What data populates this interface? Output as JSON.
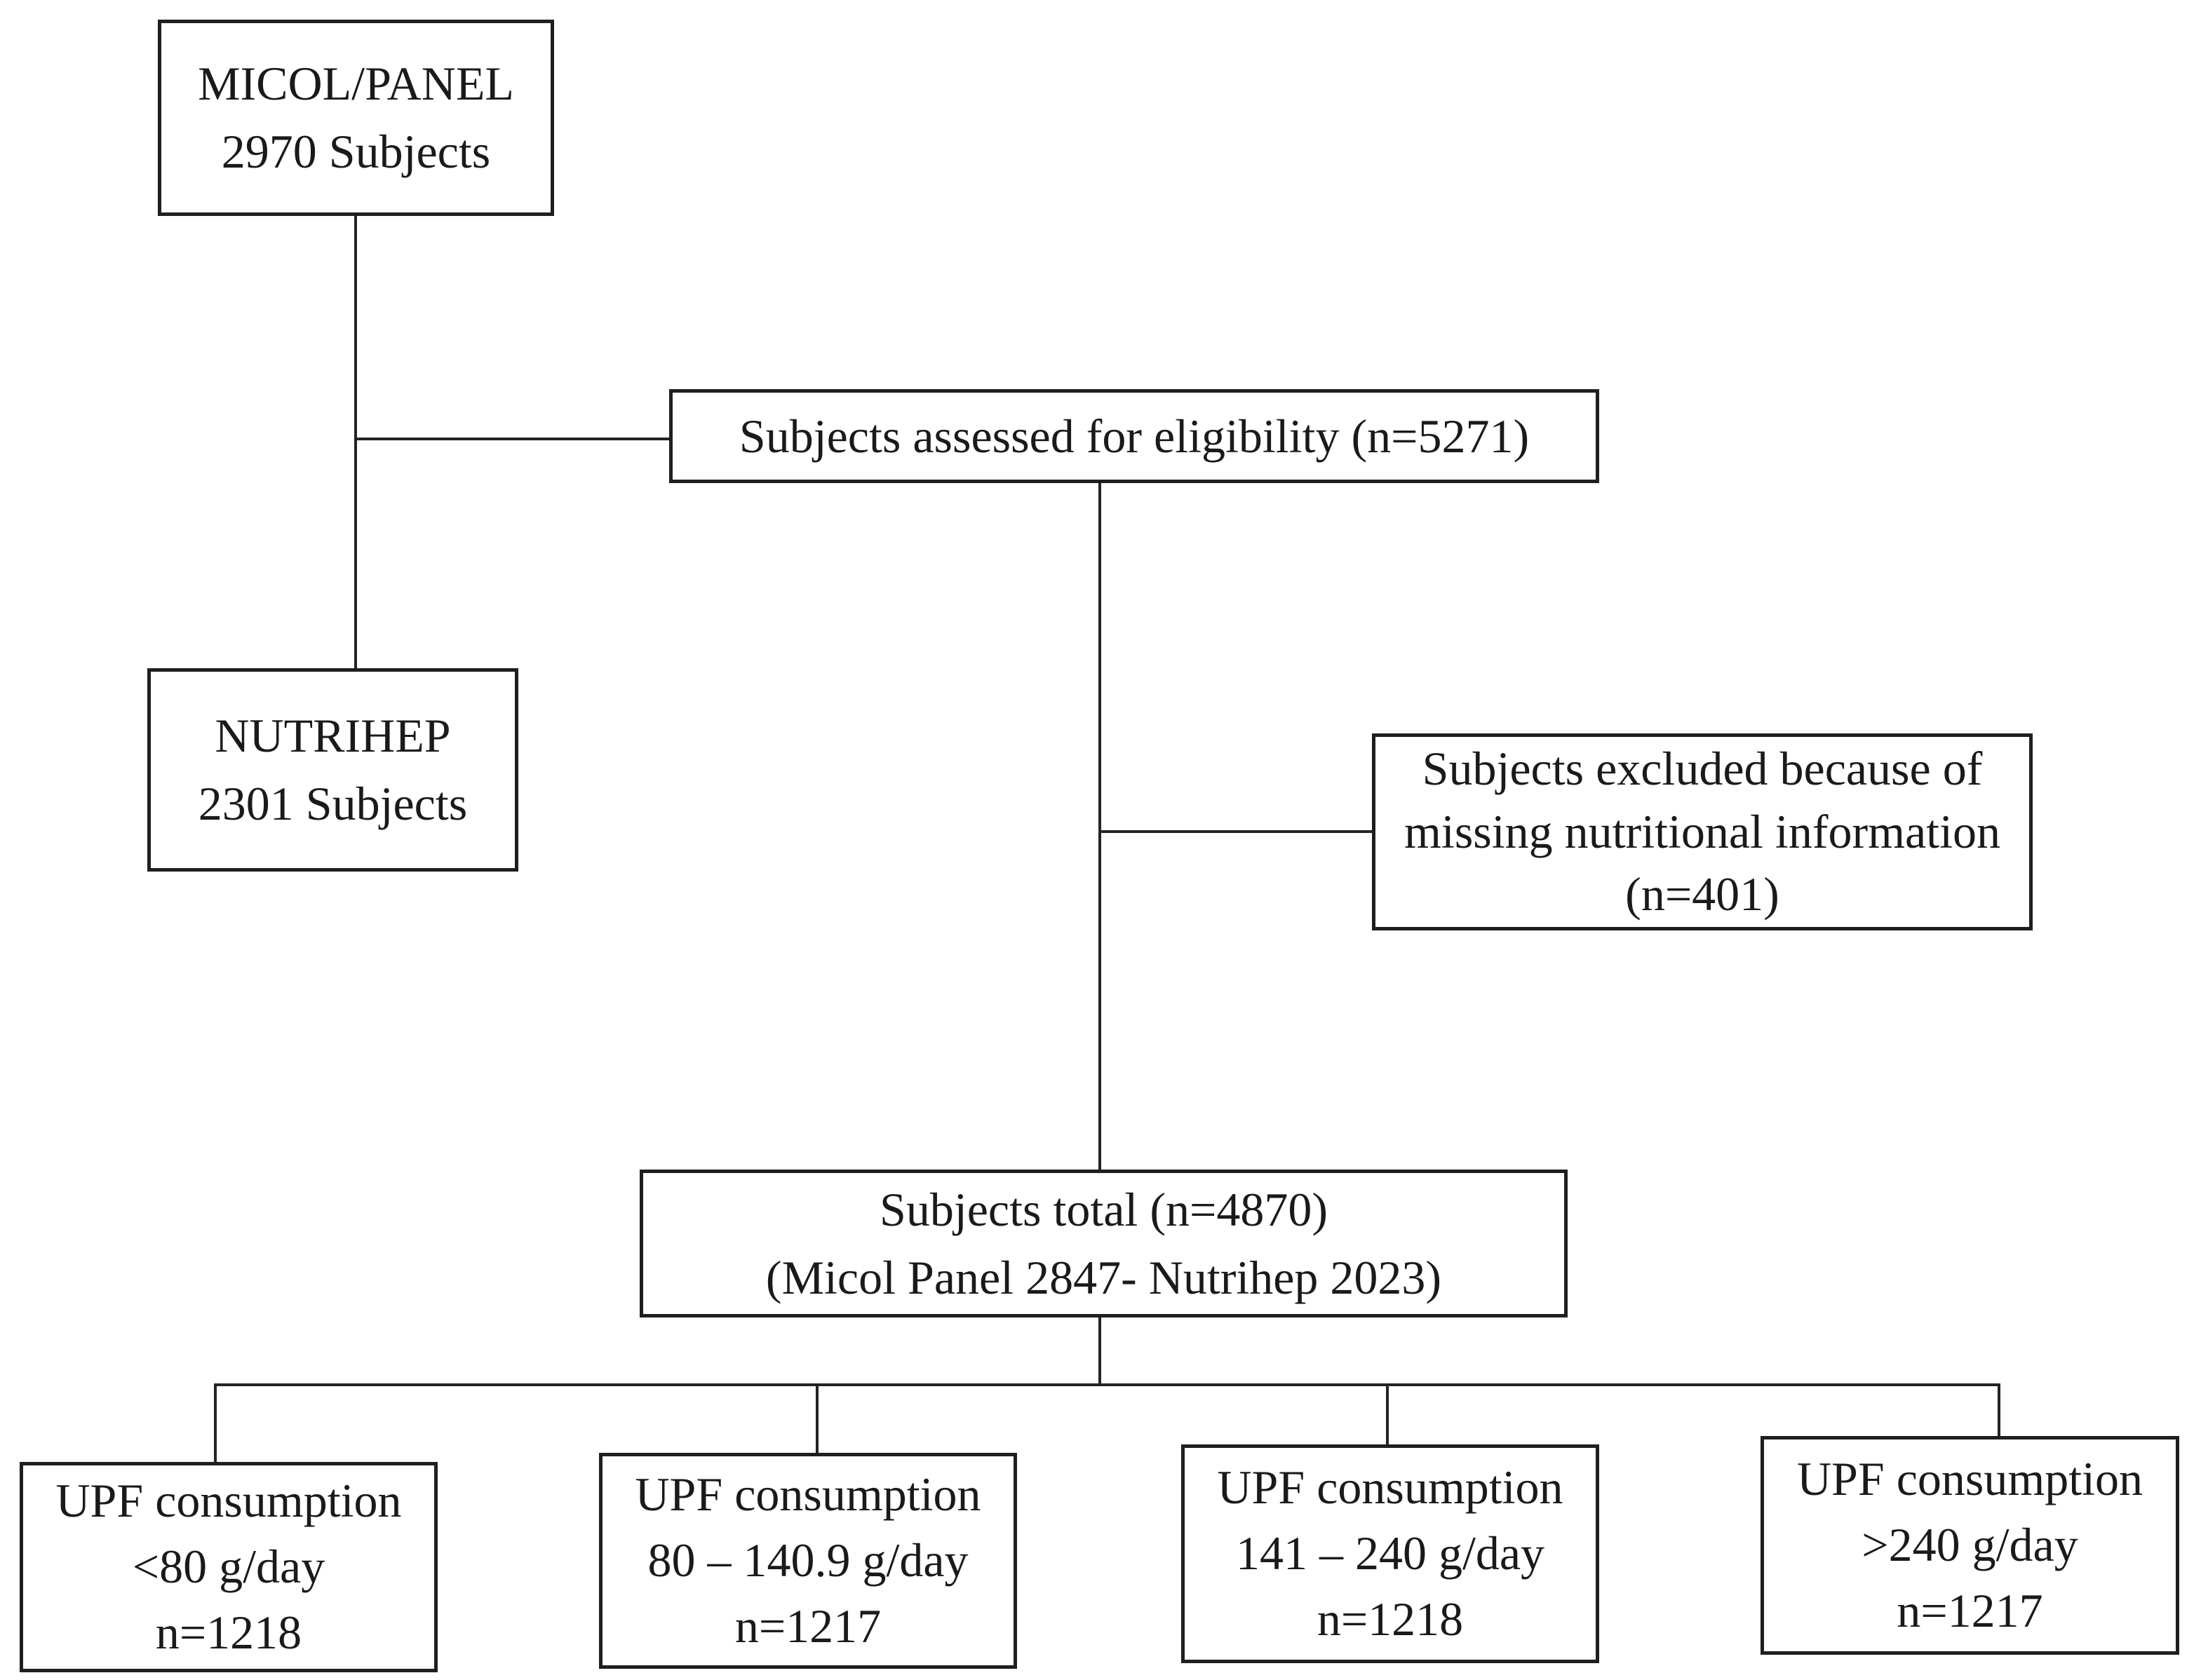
{
  "colors": {
    "background": "#ffffff",
    "line": "#242424",
    "text": "#1a1a1a"
  },
  "boxes": {
    "micol_panel": {
      "lines": [
        "MICOL/PANEL",
        "2970 Subjects"
      ]
    },
    "assessed": {
      "lines": [
        "Subjects assessed for eligibility (n=5271)"
      ]
    },
    "nutrihep": {
      "lines": [
        "NUTRIHEP",
        "2301 Subjects"
      ]
    },
    "excluded": {
      "lines": [
        "Subjects excluded because of",
        "missing nutritional information",
        "(n=401)"
      ]
    },
    "total": {
      "lines": [
        "Subjects total (n=4870)",
        "(Micol Panel 2847- Nutrihep 2023)"
      ]
    },
    "upf_group_1": {
      "lines": [
        "UPF consumption",
        "<80 g/day",
        "n=1218"
      ]
    },
    "upf_group_2": {
      "lines": [
        "UPF consumption",
        "80 – 140.9 g/day",
        "n=1217"
      ]
    },
    "upf_group_3": {
      "lines": [
        "UPF consumption",
        "141 – 240 g/day",
        "n=1218"
      ]
    },
    "upf_group_4": {
      "lines": [
        "UPF consumption",
        ">240 g/day",
        "n=1217"
      ]
    }
  }
}
